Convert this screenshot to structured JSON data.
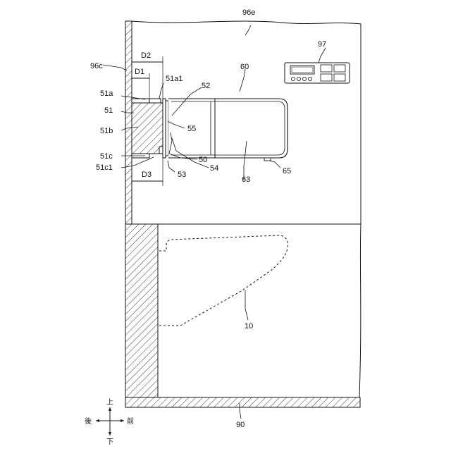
{
  "labels": {
    "wall_top": "96e",
    "wall_side": "96c",
    "panel": "97",
    "unit": "60",
    "d1": "D1",
    "d2": "D2",
    "d3": "D3",
    "part_51a1": "51a1",
    "part_51a": "51a",
    "part_51": "51",
    "part_51b": "51b",
    "part_51c": "51c",
    "part_51c1": "51c1",
    "part_52": "52",
    "part_55": "55",
    "part_50": "50",
    "part_53": "53",
    "part_54": "54",
    "part_63": "63",
    "part_65": "65",
    "toilet": "10",
    "floor": "90"
  },
  "compass": {
    "up": "上",
    "down": "下",
    "back": "後",
    "front": "前"
  }
}
